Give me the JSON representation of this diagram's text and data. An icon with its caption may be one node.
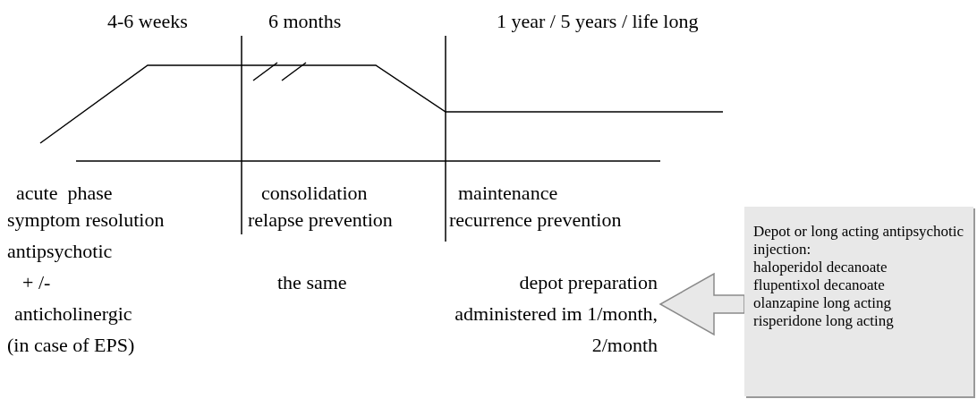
{
  "diagram": {
    "nodes": [
      {
        "text": [
          "depot preparation administered im 1/month, 2/month"
        ]
      },
      {
        "text": [
          "Depot or long acting antipsychotic injection:",
          "haloperidol decanoate",
          "flupentixol decanoate",
          "olanzapine long acting",
          "risperidone long acting"
        ]
      }
    ],
    "edges": [
      {
        "from": 1,
        "to": 0,
        "arrow": "to"
      }
    ],
    "labels": [
      "4-6 weeks",
      "6 months",
      "1 year / 5 years / life long",
      "acute  phase",
      "consolidation",
      "maintenance",
      "symptom resolution",
      "relapse prevention",
      "recurrence prevention",
      "antipsychotic",
      "+ /-",
      "the same",
      "anticholinergic",
      "(in case of EPS)"
    ]
  }
}
